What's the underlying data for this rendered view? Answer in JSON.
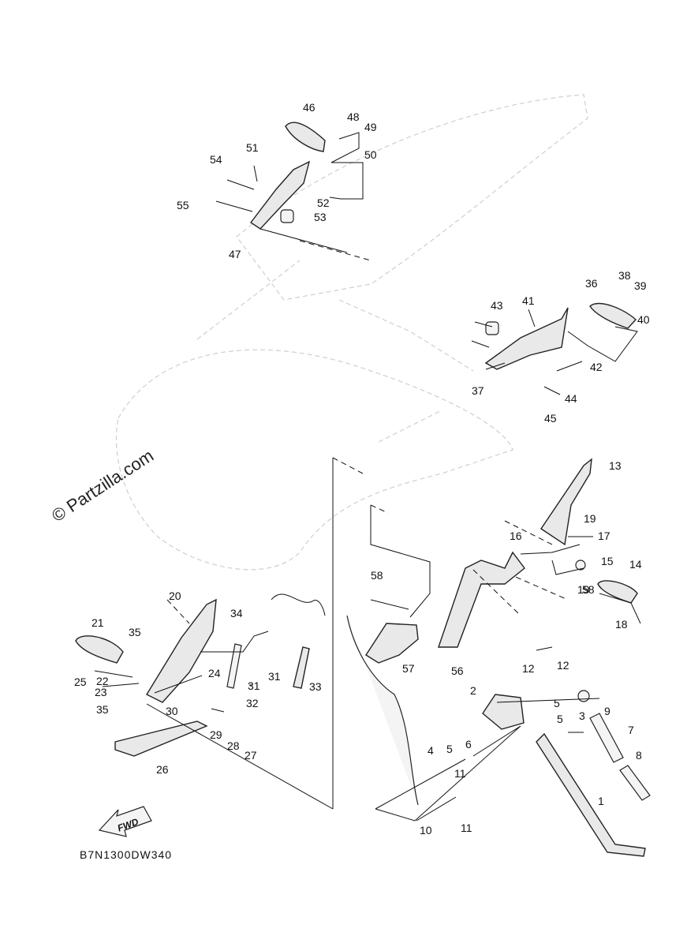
{
  "watermark": "© Partzilla.com",
  "diagram_code": "B7N1300DW340",
  "fwd_label": "FWD",
  "callouts": [
    "1",
    "2",
    "3",
    "4",
    "5",
    "5",
    "5",
    "6",
    "7",
    "8",
    "9",
    "10",
    "11",
    "11",
    "12",
    "12",
    "13",
    "14",
    "15",
    "16",
    "17",
    "18",
    "19",
    "19",
    "20",
    "21",
    "22",
    "23",
    "24",
    "25",
    "26",
    "27",
    "28",
    "29",
    "30",
    "31",
    "31",
    "32",
    "33",
    "34",
    "35",
    "35",
    "36",
    "37",
    "38",
    "39",
    "40",
    "41",
    "42",
    "43",
    "44",
    "45",
    "46",
    "47",
    "48",
    "49",
    "50",
    "51",
    "52",
    "53",
    "54",
    "55",
    "56",
    "57",
    "58",
    "58"
  ]
}
